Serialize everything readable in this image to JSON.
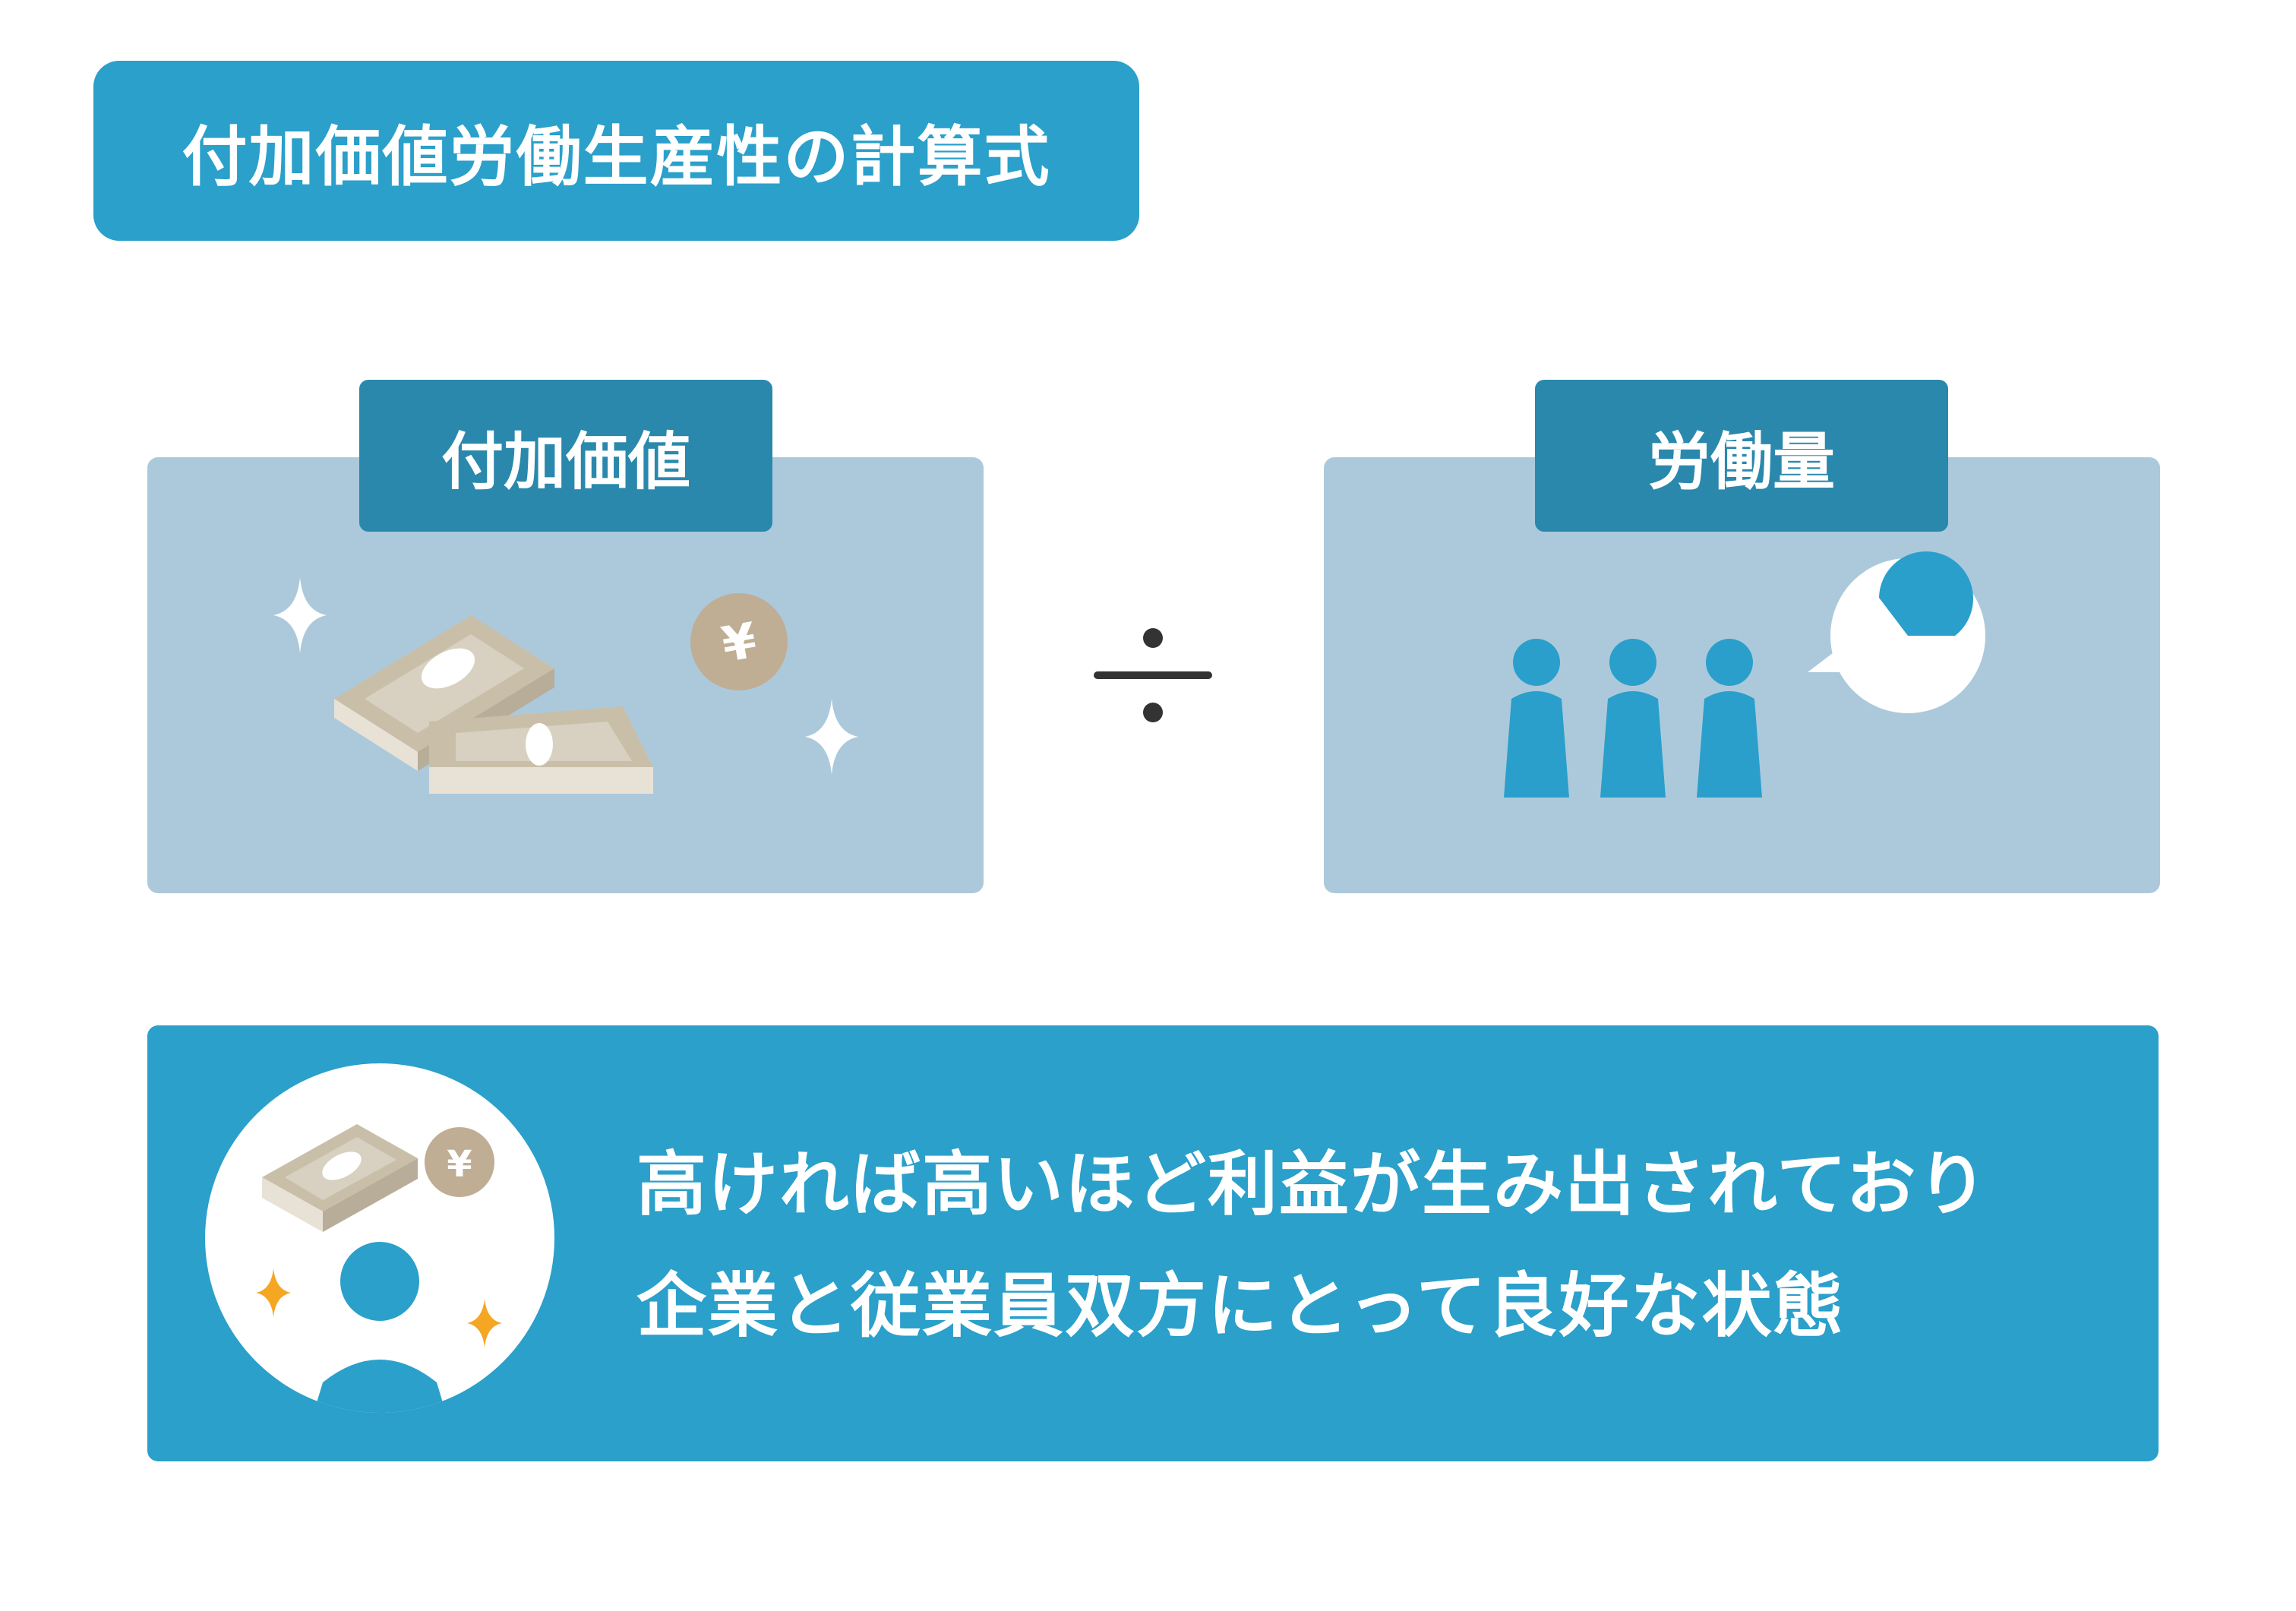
{
  "title": "付加価値労働生産性の計算式",
  "left_panel": {
    "label": "付加価値"
  },
  "operator": "÷",
  "right_panel": {
    "label": "労働量"
  },
  "summary": {
    "line1": "高ければ高いほど利益が生み出されており",
    "line2": "企業と従業員双方にとって良好な状態"
  },
  "icons": {
    "money": "money-stack-icon",
    "coin": "yen-coin-icon",
    "sparkle": "sparkle-icon",
    "people": "people-group-icon",
    "speech": "pie-speech-bubble-icon",
    "person": "person-icon"
  },
  "colors": {
    "title_bg": "#2aa0ca",
    "panel_bg": "#acc9dc",
    "label_bg": "#2a88ad",
    "bottom_bg": "#2aa0ca",
    "people": "#2a9fcb",
    "money": "#c8bda8",
    "sparkle_accent": "#f5a623"
  }
}
